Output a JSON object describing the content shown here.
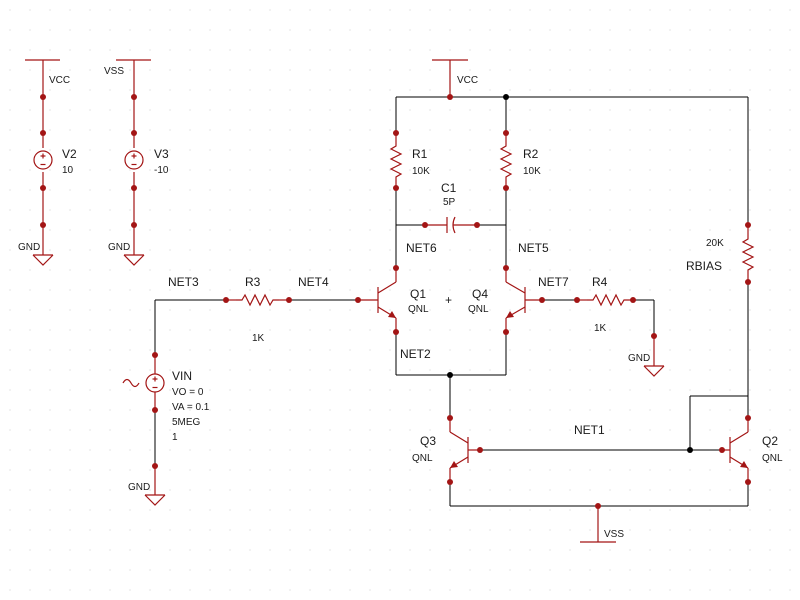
{
  "colors": {
    "part": "#a31515",
    "wire": "#000000",
    "grid_dot": "#cccccc",
    "background": "#ffffff"
  },
  "sources": {
    "v2": {
      "ref": "V2",
      "value": "10",
      "rail": "VCC",
      "ground": "GND"
    },
    "v3": {
      "ref": "V3",
      "value": "-10",
      "rail": "VSS",
      "ground": "GND"
    },
    "vin": {
      "ref": "VIN",
      "params": [
        "VO = 0",
        "VA = 0.1",
        "5MEG",
        "1"
      ],
      "ground": "GND"
    }
  },
  "supply": {
    "vcc_top": "VCC",
    "vss_bottom": "VSS",
    "gnd_r4": "GND"
  },
  "resistors": {
    "r1": {
      "ref": "R1",
      "value": "10K"
    },
    "r2": {
      "ref": "R2",
      "value": "10K"
    },
    "r3": {
      "ref": "R3",
      "value": "1K"
    },
    "r4": {
      "ref": "R4",
      "value": "1K"
    },
    "rbias": {
      "ref": "RBIAS",
      "value": "20K"
    }
  },
  "capacitor": {
    "ref": "C1",
    "value": "5P"
  },
  "transistors": {
    "q1": {
      "ref": "Q1",
      "model": "QNL"
    },
    "q4": {
      "ref": "Q4",
      "model": "QNL"
    },
    "q3": {
      "ref": "Q3",
      "model": "QNL"
    },
    "q2": {
      "ref": "Q2",
      "model": "QNL"
    }
  },
  "nets": {
    "net1": "NET1",
    "net2": "NET2",
    "net3": "NET3",
    "net4": "NET4",
    "net5": "NET5",
    "net6": "NET6",
    "net7": "NET7"
  },
  "origin_mark": "+"
}
